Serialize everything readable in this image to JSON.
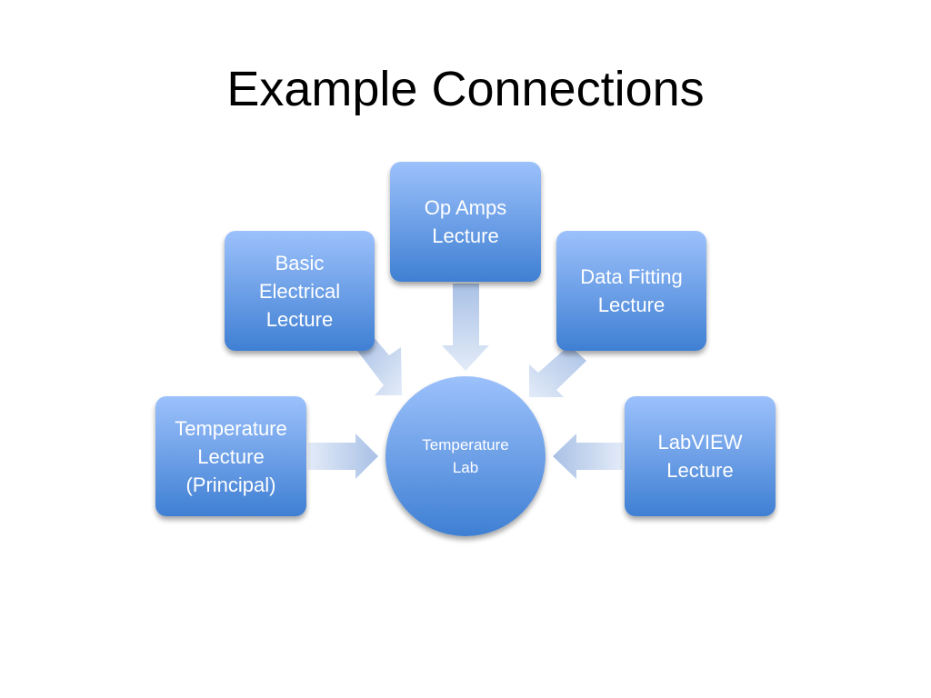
{
  "slide": {
    "title": "Example Connections"
  },
  "diagram": {
    "hub": {
      "label": "Temperature\nLab"
    },
    "nodes": [
      {
        "id": "op-amps",
        "label": "Op Amps\nLecture"
      },
      {
        "id": "basic-electrical",
        "label": "Basic\nElectrical\nLecture"
      },
      {
        "id": "data-fitting",
        "label": "Data Fitting\nLecture"
      },
      {
        "id": "temperature-lecture",
        "label": "Temperature\nLecture\n(Principal)"
      },
      {
        "id": "labview",
        "label": "LabVIEW\nLecture"
      }
    ]
  },
  "colors": {
    "box_top": "#9cc1fb",
    "box_bottom": "#3f7fd3",
    "arrow_light": "#e3ebf8",
    "arrow_dark": "#a9c1e6"
  }
}
